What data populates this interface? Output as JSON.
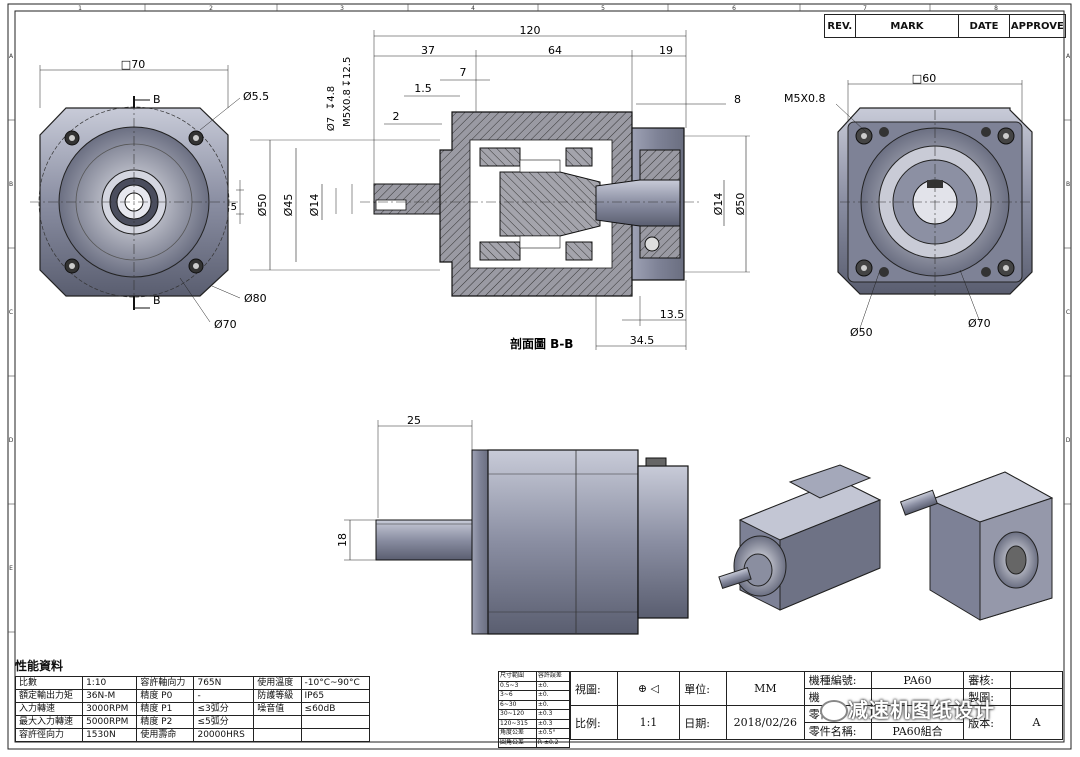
{
  "border": {
    "top_zone_numbers": [
      "1",
      "2",
      "3",
      "4",
      "5",
      "6",
      "7",
      "8"
    ],
    "side_zone_letters": [
      "A",
      "B",
      "C",
      "D",
      "E"
    ]
  },
  "revision_header": {
    "rev": "REV.",
    "mark": "MARK",
    "date": "DATE",
    "approve": "APPROVE"
  },
  "left_view": {
    "square": "□70",
    "hole": "Ø5.5",
    "bolt_circle": "Ø80",
    "flange_dia": "Ø70",
    "key_width": "5",
    "section_mark": "B"
  },
  "section_view": {
    "caption": "剖面圖 B-B",
    "overall_length": "120",
    "len_37": "37",
    "len_64": "64",
    "len_19": "19",
    "len_7": "7",
    "len_1_5": "1.5",
    "len_2": "2",
    "len_8": "8",
    "dia_50_left": "Ø50",
    "dia_45": "Ø45",
    "dia_14": "Ø14",
    "dia_7": "Ø7",
    "depth_4_8": "↧4.8",
    "thread_m5": "M5X0.8",
    "depth_12_5": "↧12.5",
    "bore_14": "Ø14",
    "dia_50_right": "Ø50",
    "len_13_5": "13.5",
    "len_34_5": "34.5"
  },
  "right_view": {
    "square": "□60",
    "thread": "M5X0.8",
    "dia_50": "Ø50",
    "dia_70": "Ø70"
  },
  "side_view": {
    "shaft_len": "25",
    "shaft_dia": "18"
  },
  "performance": {
    "title": "性能資料",
    "rows": [
      [
        "比數",
        "1:10",
        "容許軸向力",
        "765N",
        "使用溫度",
        "-10°C~90°C"
      ],
      [
        "額定輸出力矩",
        "36N-M",
        "精度 P0",
        "-",
        "防護等級",
        "IP65"
      ],
      [
        "入力轉速",
        "3000RPM",
        "精度 P1",
        "≤3弧分",
        "噪音值",
        "≤60dB"
      ],
      [
        "最大入力轉速",
        "5000RPM",
        "精度 P2",
        "≤5弧分",
        "",
        ""
      ],
      [
        "容許徑向力",
        "1530N",
        "使用壽命",
        "20000HRS",
        "",
        ""
      ]
    ]
  },
  "tolerance": {
    "rows": [
      [
        "尺寸範圍",
        "容許誤差"
      ],
      [
        "0.5~3",
        "±0."
      ],
      [
        "3~6",
        "±0."
      ],
      [
        "6~30",
        "±0."
      ],
      [
        "30~120",
        "±0.3"
      ],
      [
        "120~315",
        "±0.3"
      ],
      [
        "角度公差",
        "±0.5°"
      ],
      [
        "圓角公差",
        "R ±0.2"
      ]
    ]
  },
  "title_block": {
    "view_label": "視圖:",
    "unit_label": "單位:",
    "unit_value": "MM",
    "scale_label": "比例:",
    "scale_value": "1:1",
    "date_label": "日期:",
    "date_value": "2018/02/26",
    "model_label": "機種編號:",
    "model_value": "PA60",
    "check_label": "審核:",
    "machine_label": "機",
    "draw_label": "製圖:",
    "part_no_label": "零件",
    "revision_label": "版本:",
    "revision_value": "A",
    "part_name_label": "零件名稱:",
    "part_name_value": "PA60組合"
  },
  "watermark": "减速机图纸设计"
}
